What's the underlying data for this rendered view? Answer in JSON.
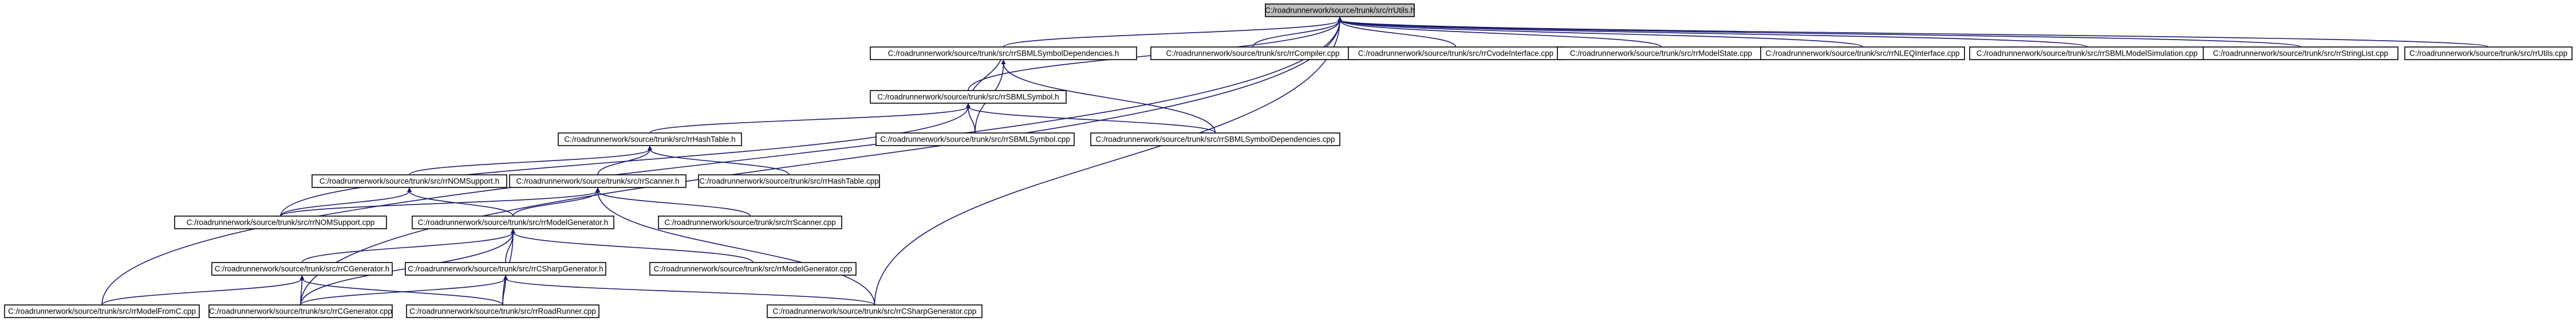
{
  "graph": {
    "edge_color": "#191970",
    "root_fill": "#bfbfbf",
    "nodes": [
      {
        "id": "utils_h",
        "label": "C:/roadrunnerwork/source/trunk/src/rrUtils.h"
      },
      {
        "id": "sbml_symdep_h",
        "label": "C:/roadrunnerwork/source/trunk/src/rrSBMLSymbolDependencies.h"
      },
      {
        "id": "compiler_cpp",
        "label": "C:/roadrunnerwork/source/trunk/src/rrCompiler.cpp"
      },
      {
        "id": "cvode_cpp",
        "label": "C:/roadrunnerwork/source/trunk/src/rrCvodeInterface.cpp"
      },
      {
        "id": "modelstate_cpp",
        "label": "C:/roadrunnerwork/source/trunk/src/rrModelState.cpp"
      },
      {
        "id": "nleq_cpp",
        "label": "C:/roadrunnerwork/source/trunk/src/rrNLEQInterface.cpp"
      },
      {
        "id": "sbmlsim_cpp",
        "label": "C:/roadrunnerwork/source/trunk/src/rrSBMLModelSimulation.cpp"
      },
      {
        "id": "stringlist_cpp",
        "label": "C:/roadrunnerwork/source/trunk/src/rrStringList.cpp"
      },
      {
        "id": "utils_cpp",
        "label": "C:/roadrunnerwork/source/trunk/src/rrUtils.cpp"
      },
      {
        "id": "sbmlsymbol_h",
        "label": "C:/roadrunnerwork/source/trunk/src/rrSBMLSymbol.h"
      },
      {
        "id": "hashtable_h",
        "label": "C:/roadrunnerwork/source/trunk/src/rrHashTable.h"
      },
      {
        "id": "sbmlsymbol_cpp",
        "label": "C:/roadrunnerwork/source/trunk/src/rrSBMLSymbol.cpp"
      },
      {
        "id": "sbml_symdep_cpp",
        "label": "C:/roadrunnerwork/source/trunk/src/rrSBMLSymbolDependencies.cpp"
      },
      {
        "id": "nomsupport_h",
        "label": "C:/roadrunnerwork/source/trunk/src/rrNOMSupport.h"
      },
      {
        "id": "scanner_h",
        "label": "C:/roadrunnerwork/source/trunk/src/rrScanner.h"
      },
      {
        "id": "hashtable_cpp",
        "label": "C:/roadrunnerwork/source/trunk/src/rrHashTable.cpp"
      },
      {
        "id": "nomsupport_cpp",
        "label": "C:/roadrunnerwork/source/trunk/src/rrNOMSupport.cpp"
      },
      {
        "id": "modelgen_h",
        "label": "C:/roadrunnerwork/source/trunk/src/rrModelGenerator.h"
      },
      {
        "id": "scanner_cpp",
        "label": "C:/roadrunnerwork/source/trunk/src/rrScanner.cpp"
      },
      {
        "id": "cgen_h",
        "label": "C:/roadrunnerwork/source/trunk/src/rrCGenerator.h"
      },
      {
        "id": "csgen_h",
        "label": "C:/roadrunnerwork/source/trunk/src/rrCSharpGenerator.h"
      },
      {
        "id": "modelgen_cpp",
        "label": "C:/roadrunnerwork/source/trunk/src/rrModelGenerator.cpp"
      },
      {
        "id": "modelfromc_cpp",
        "label": "C:/roadrunnerwork/source/trunk/src/rrModelFromC.cpp"
      },
      {
        "id": "cgen_cpp",
        "label": "C:/roadrunnerwork/source/trunk/src/rrCGenerator.cpp"
      },
      {
        "id": "roadrunner_cpp",
        "label": "C:/roadrunnerwork/source/trunk/src/rrRoadRunner.cpp"
      },
      {
        "id": "csgen_cpp",
        "label": "C:/roadrunnerwork/source/trunk/src/rrCSharpGenerator.cpp"
      }
    ],
    "edges": [
      [
        "sbml_symdep_h",
        "utils_h"
      ],
      [
        "compiler_cpp",
        "utils_h"
      ],
      [
        "cvode_cpp",
        "utils_h"
      ],
      [
        "modelstate_cpp",
        "utils_h"
      ],
      [
        "nleq_cpp",
        "utils_h"
      ],
      [
        "sbmlsim_cpp",
        "utils_h"
      ],
      [
        "stringlist_cpp",
        "utils_h"
      ],
      [
        "utils_cpp",
        "utils_h"
      ],
      [
        "sbmlsymbol_h",
        "utils_h"
      ],
      [
        "modelfromc_cpp",
        "utils_h"
      ],
      [
        "cgen_cpp",
        "utils_h"
      ],
      [
        "csgen_cpp",
        "utils_h"
      ],
      [
        "sbml_symdep_h",
        "sbmlsymbol_h"
      ],
      [
        "sbmlsymbol_cpp",
        "sbml_symdep_h"
      ],
      [
        "sbml_symdep_cpp",
        "sbml_symdep_h"
      ],
      [
        "sbmlsymbol_cpp",
        "sbmlsymbol_h"
      ],
      [
        "sbml_symdep_cpp",
        "sbmlsymbol_h"
      ],
      [
        "hashtable_h",
        "sbmlsymbol_h"
      ],
      [
        "nomsupport_cpp",
        "sbmlsymbol_h"
      ],
      [
        "nomsupport_h",
        "hashtable_h"
      ],
      [
        "scanner_h",
        "hashtable_h"
      ],
      [
        "hashtable_cpp",
        "hashtable_h"
      ],
      [
        "nomsupport_cpp",
        "nomsupport_h"
      ],
      [
        "modelgen_h",
        "nomsupport_h"
      ],
      [
        "nomsupport_cpp",
        "scanner_h"
      ],
      [
        "modelgen_h",
        "scanner_h"
      ],
      [
        "scanner_cpp",
        "scanner_h"
      ],
      [
        "csgen_cpp",
        "scanner_h"
      ],
      [
        "cgen_h",
        "modelgen_h"
      ],
      [
        "csgen_h",
        "modelgen_h"
      ],
      [
        "modelgen_cpp",
        "modelgen_h"
      ],
      [
        "roadrunner_cpp",
        "modelgen_h"
      ],
      [
        "cgen_cpp",
        "modelgen_h"
      ],
      [
        "modelfromc_cpp",
        "cgen_h"
      ],
      [
        "cgen_cpp",
        "cgen_h"
      ],
      [
        "roadrunner_cpp",
        "cgen_h"
      ],
      [
        "cgen_cpp",
        "csgen_h"
      ],
      [
        "roadrunner_cpp",
        "csgen_h"
      ],
      [
        "csgen_cpp",
        "csgen_h"
      ]
    ]
  }
}
